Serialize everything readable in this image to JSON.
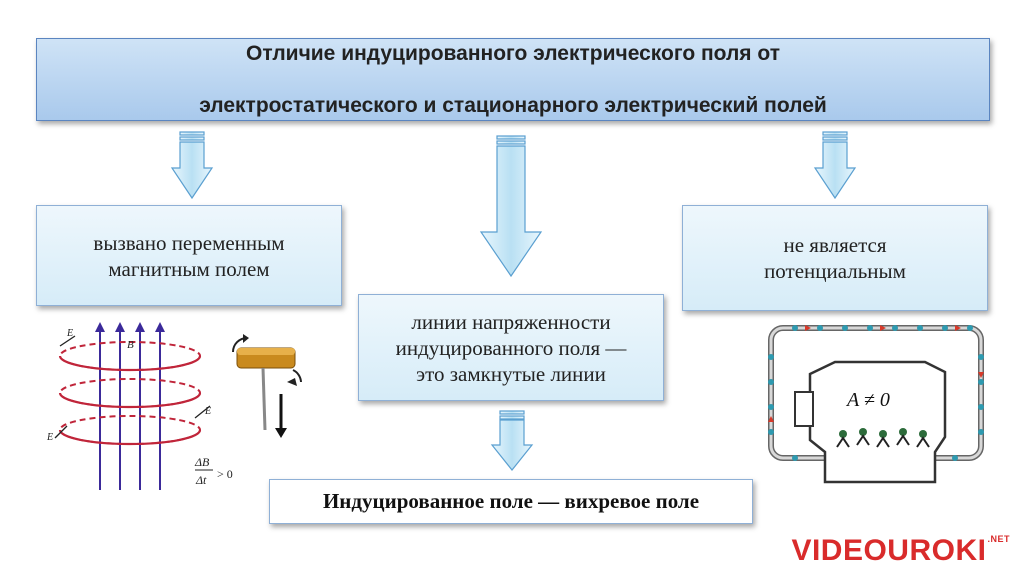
{
  "title": {
    "line1": "Отличие индуцированного электрического поля от",
    "line2": "электростатического и стационарного электрический полей"
  },
  "boxes": {
    "left": "вызвано переменным\nмагнитным полем",
    "center": "линии напряженности\nиндуцированного поля —\nэто замкнутые линии",
    "right": "не является\nпотенциальным"
  },
  "conclusion": "Индуцированное поле — вихревое поле",
  "figure_left": {
    "e_label": "E",
    "b_label": "B",
    "formula_num": "ΔB",
    "formula_den": "Δt",
    "formula_rel": "> 0"
  },
  "figure_right": {
    "work": "A ≠ 0"
  },
  "brand": {
    "name": "VIDEOUROKI",
    "suffix": ".NET"
  },
  "colors": {
    "title_bg": "#b3d0ef",
    "box_bg": "#dff1fa",
    "arrow": "#bfe3f5",
    "brand": "#d92b2b"
  }
}
